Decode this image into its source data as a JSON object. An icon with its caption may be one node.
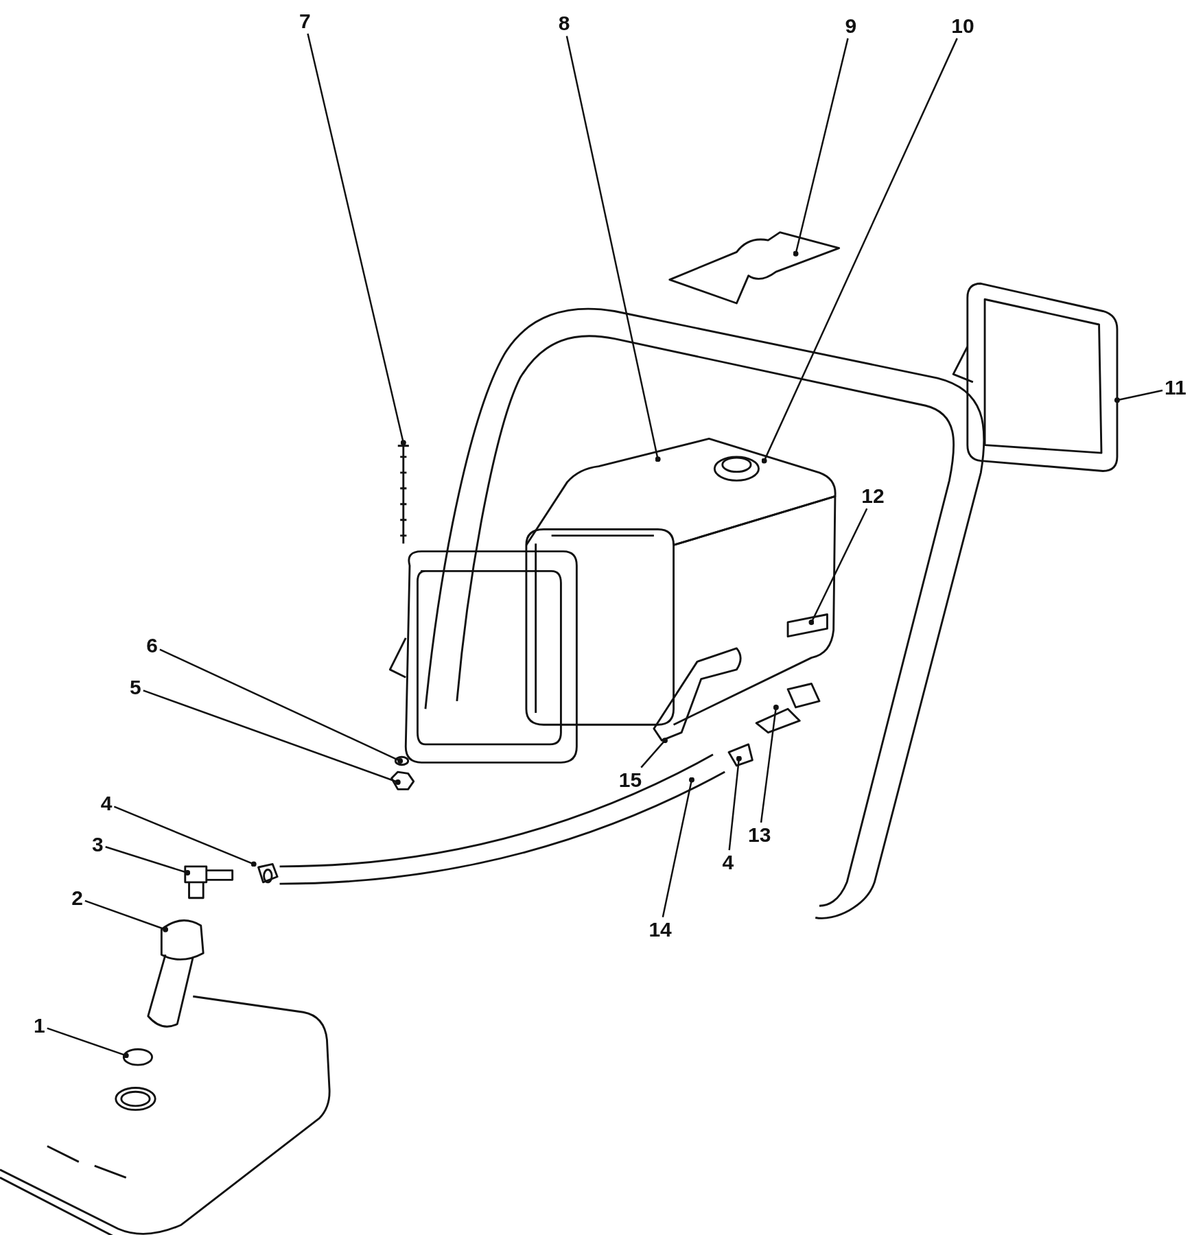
{
  "diagram": {
    "nodes": [
      {
        "text": [
          "7"
        ]
      },
      {
        "text": [
          "8"
        ]
      },
      {
        "text": [
          "9"
        ]
      },
      {
        "text": [
          "10"
        ]
      },
      {
        "text": [
          "11"
        ]
      },
      {
        "text": [
          "12"
        ]
      },
      {
        "text": [
          "6"
        ]
      },
      {
        "text": [
          "5"
        ]
      },
      {
        "text": [
          "15"
        ]
      },
      {
        "text": [
          "4"
        ]
      },
      {
        "text": [
          "13"
        ]
      },
      {
        "text": [
          "3"
        ]
      },
      {
        "text": [
          "4"
        ]
      },
      {
        "text": [
          "2"
        ]
      },
      {
        "text": [
          "14"
        ]
      },
      {
        "text": [
          "1"
        ]
      }
    ],
    "edges": [
      {
        "from": 0,
        "to": null,
        "arrow": "other"
      },
      {
        "from": 1,
        "to": null,
        "arrow": "other"
      },
      {
        "from": 2,
        "to": null,
        "arrow": "other"
      },
      {
        "from": 3,
        "to": null,
        "arrow": "other"
      },
      {
        "from": 4,
        "to": null,
        "arrow": "other"
      },
      {
        "from": 5,
        "to": null,
        "arrow": "other"
      },
      {
        "from": 6,
        "to": null,
        "arrow": "other"
      },
      {
        "from": 7,
        "to": null,
        "arrow": "other"
      },
      {
        "from": 8,
        "to": null,
        "arrow": "other"
      },
      {
        "from": 9,
        "to": null,
        "arrow": "other"
      },
      {
        "from": 10,
        "to": null,
        "arrow": "other"
      },
      {
        "from": 11,
        "to": null,
        "arrow": "other"
      },
      {
        "from": 12,
        "to": null,
        "arrow": "other"
      },
      {
        "from": 13,
        "to": null,
        "arrow": "other"
      },
      {
        "from": 14,
        "to": null,
        "arrow": "other"
      },
      {
        "from": 15,
        "to": null,
        "arrow": "other"
      }
    ]
  }
}
